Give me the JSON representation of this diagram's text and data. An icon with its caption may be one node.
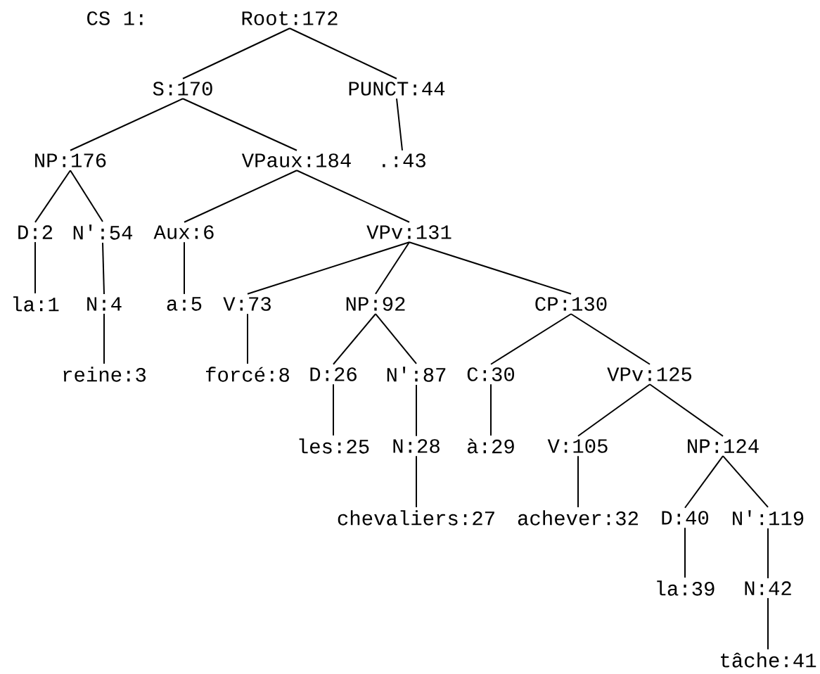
{
  "diagram": {
    "nodes": [
      {
        "text": [
          "Root:172"
        ]
      },
      {
        "text": [
          "S:170"
        ]
      },
      {
        "text": [
          "PUNCT:44"
        ]
      },
      {
        "text": [
          "NP:176"
        ]
      },
      {
        "text": [
          "VPaux:184"
        ]
      },
      {
        "text": [
          ".:43"
        ]
      },
      {
        "text": [
          "D:2"
        ]
      },
      {
        "text": [
          "N':54"
        ]
      },
      {
        "text": [
          "Aux:6"
        ]
      },
      {
        "text": [
          "VPv:131"
        ]
      },
      {
        "text": [
          "la:1"
        ]
      },
      {
        "text": [
          "N:4"
        ]
      },
      {
        "text": [
          "a:5"
        ]
      },
      {
        "text": [
          "V:73"
        ]
      },
      {
        "text": [
          "NP:92"
        ]
      },
      {
        "text": [
          "CP:130"
        ]
      },
      {
        "text": [
          "reine:3"
        ]
      },
      {
        "text": [
          "forcé:8"
        ]
      },
      {
        "text": [
          "D:26"
        ]
      },
      {
        "text": [
          "N':87"
        ]
      },
      {
        "text": [
          "C:30"
        ]
      },
      {
        "text": [
          "VPv:125"
        ]
      },
      {
        "text": [
          "les:25"
        ]
      },
      {
        "text": [
          "N:28"
        ]
      },
      {
        "text": [
          "à:29"
        ]
      },
      {
        "text": [
          "V:105"
        ]
      },
      {
        "text": [
          "NP:124"
        ]
      },
      {
        "text": [
          "chevaliers:27"
        ]
      },
      {
        "text": [
          "achever:32"
        ]
      },
      {
        "text": [
          "D:40"
        ]
      },
      {
        "text": [
          "N':119"
        ]
      },
      {
        "text": [
          "la:39"
        ]
      },
      {
        "text": [
          "N:42"
        ]
      },
      {
        "text": [
          "tâche:41"
        ]
      }
    ],
    "edges": [
      {
        "from": 0,
        "to": 1,
        "arrow": "none"
      },
      {
        "from": 0,
        "to": 2,
        "arrow": "none"
      },
      {
        "from": 1,
        "to": 3,
        "arrow": "none"
      },
      {
        "from": 1,
        "to": 4,
        "arrow": "none"
      },
      {
        "from": 2,
        "to": 5,
        "arrow": "none"
      },
      {
        "from": 3,
        "to": 6,
        "arrow": "none"
      },
      {
        "from": 3,
        "to": 7,
        "arrow": "none"
      },
      {
        "from": 4,
        "to": 8,
        "arrow": "none"
      },
      {
        "from": 4,
        "to": 9,
        "arrow": "none"
      },
      {
        "from": 6,
        "to": 10,
        "arrow": "none"
      },
      {
        "from": 7,
        "to": 11,
        "arrow": "none"
      },
      {
        "from": 8,
        "to": 12,
        "arrow": "none"
      },
      {
        "from": 9,
        "to": 13,
        "arrow": "none"
      },
      {
        "from": 9,
        "to": 14,
        "arrow": "none"
      },
      {
        "from": 9,
        "to": 15,
        "arrow": "none"
      },
      {
        "from": 11,
        "to": 16,
        "arrow": "none"
      },
      {
        "from": 13,
        "to": 17,
        "arrow": "none"
      },
      {
        "from": 14,
        "to": 18,
        "arrow": "none"
      },
      {
        "from": 14,
        "to": 19,
        "arrow": "none"
      },
      {
        "from": 15,
        "to": 20,
        "arrow": "none"
      },
      {
        "from": 15,
        "to": 21,
        "arrow": "none"
      },
      {
        "from": 18,
        "to": 22,
        "arrow": "none"
      },
      {
        "from": 19,
        "to": 23,
        "arrow": "none"
      },
      {
        "from": 20,
        "to": 24,
        "arrow": "none"
      },
      {
        "from": 21,
        "to": 25,
        "arrow": "none"
      },
      {
        "from": 21,
        "to": 26,
        "arrow": "none"
      },
      {
        "from": 23,
        "to": 27,
        "arrow": "none"
      },
      {
        "from": 25,
        "to": 28,
        "arrow": "none"
      },
      {
        "from": 26,
        "to": 29,
        "arrow": "none"
      },
      {
        "from": 26,
        "to": 30,
        "arrow": "none"
      },
      {
        "from": 29,
        "to": 31,
        "arrow": "none"
      },
      {
        "from": 30,
        "to": 32,
        "arrow": "none"
      },
      {
        "from": 32,
        "to": 33,
        "arrow": "none"
      }
    ],
    "labels": [
      "CS 1:"
    ]
  }
}
